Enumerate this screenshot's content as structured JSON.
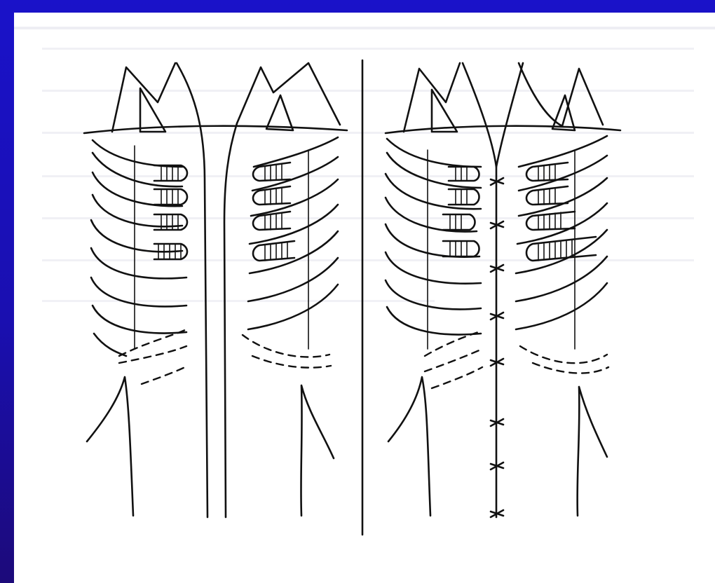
{
  "slide": {
    "background_color": "#1a12c9",
    "panel_color": "#ffffff"
  },
  "figure": {
    "kind": "surgical line drawing",
    "panels": [
      "left",
      "right"
    ],
    "stroke_color": "#111111"
  }
}
